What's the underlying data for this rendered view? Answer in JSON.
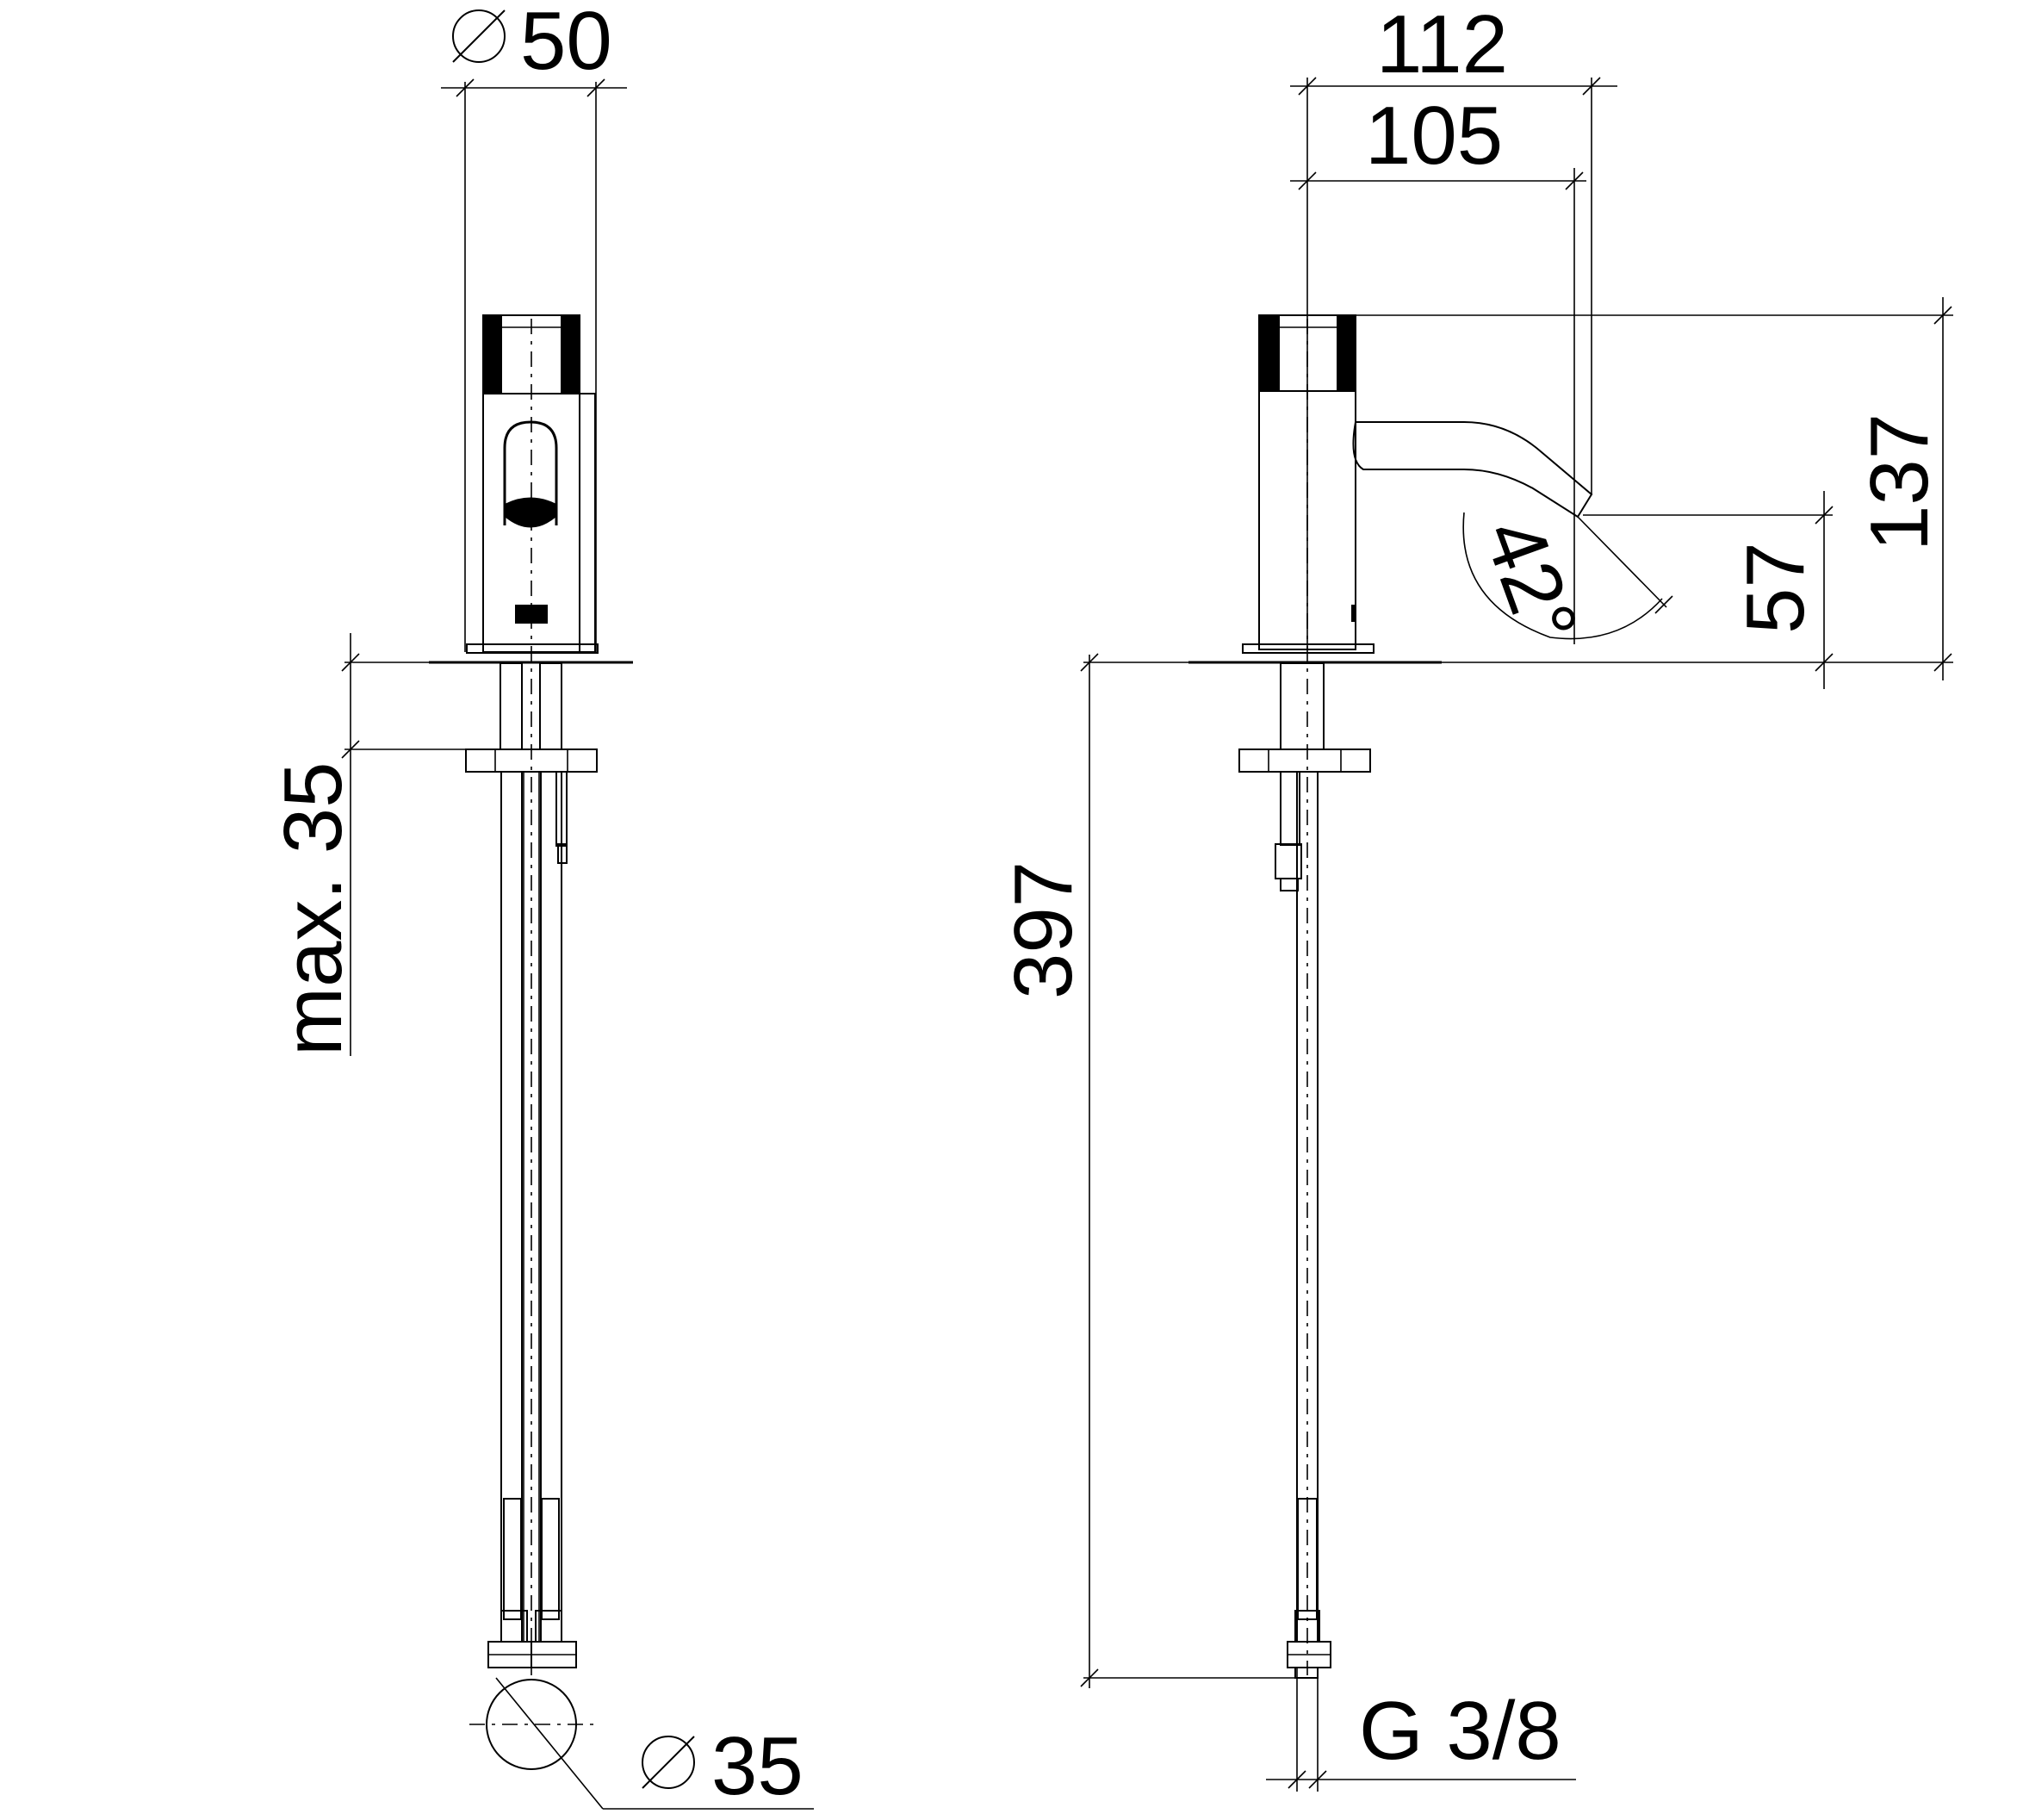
{
  "dimensions": {
    "body_diameter": "50",
    "max_thickness": "max. 35",
    "hole_diameter": "35",
    "total_reach": "112",
    "spout_reach": "105",
    "total_height": "137",
    "spout_height": "57",
    "tail_length": "397",
    "connection_thread": "G 3/8",
    "spout_angle": "42°"
  },
  "diameter_symbol": "⌀"
}
